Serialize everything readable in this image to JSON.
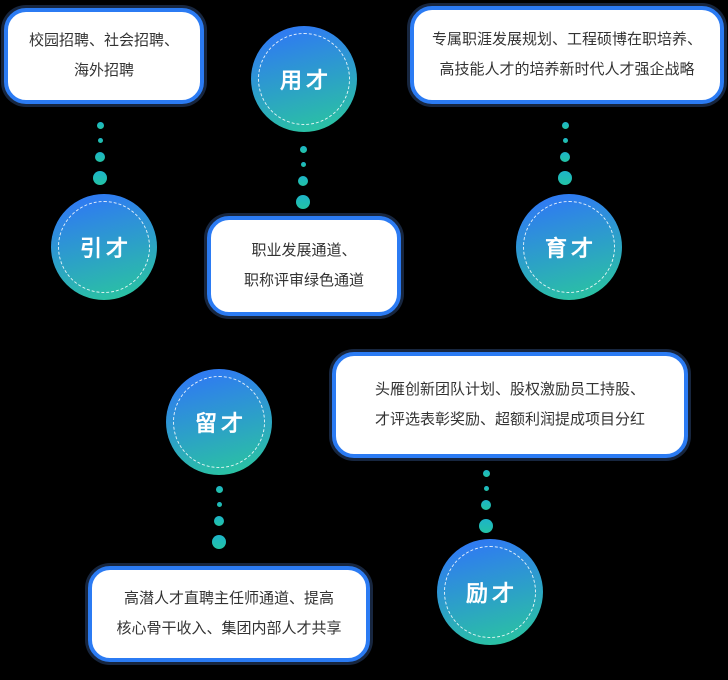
{
  "circles": {
    "attract": "引才",
    "use": "用才",
    "cultivate": "育才",
    "retain": "留才",
    "motivate": "励才"
  },
  "cards": {
    "recruitment": {
      "lines": [
        "校园招聘、社会招聘、",
        "海外招聘"
      ]
    },
    "training": {
      "lines": [
        "专属职涯发展规划、工程硕博在职培养、",
        "高技能人才的培养新时代人才强企战略"
      ]
    },
    "career": {
      "lines": [
        "职业发展通道、",
        "职称评审绿色通道"
      ]
    },
    "incentive": {
      "lines": [
        "头雁创新团队计划、股权激励员工持股、",
        "才评选表彰奖励、超额利润提成项目分红"
      ]
    },
    "sharing": {
      "lines": [
        "高潜人才直聘主任师通道、提高",
        "核心骨干收入、集团内部人才共享"
      ]
    }
  },
  "colors": {
    "card_border": "#2b7bf3",
    "circle_gradient_start": "#2f7cf0",
    "circle_gradient_end": "#2ac2a2",
    "dot_teal": "#1db4c9",
    "card_text": "#333333",
    "circle_text": "#ffffff",
    "background": "#000000"
  }
}
